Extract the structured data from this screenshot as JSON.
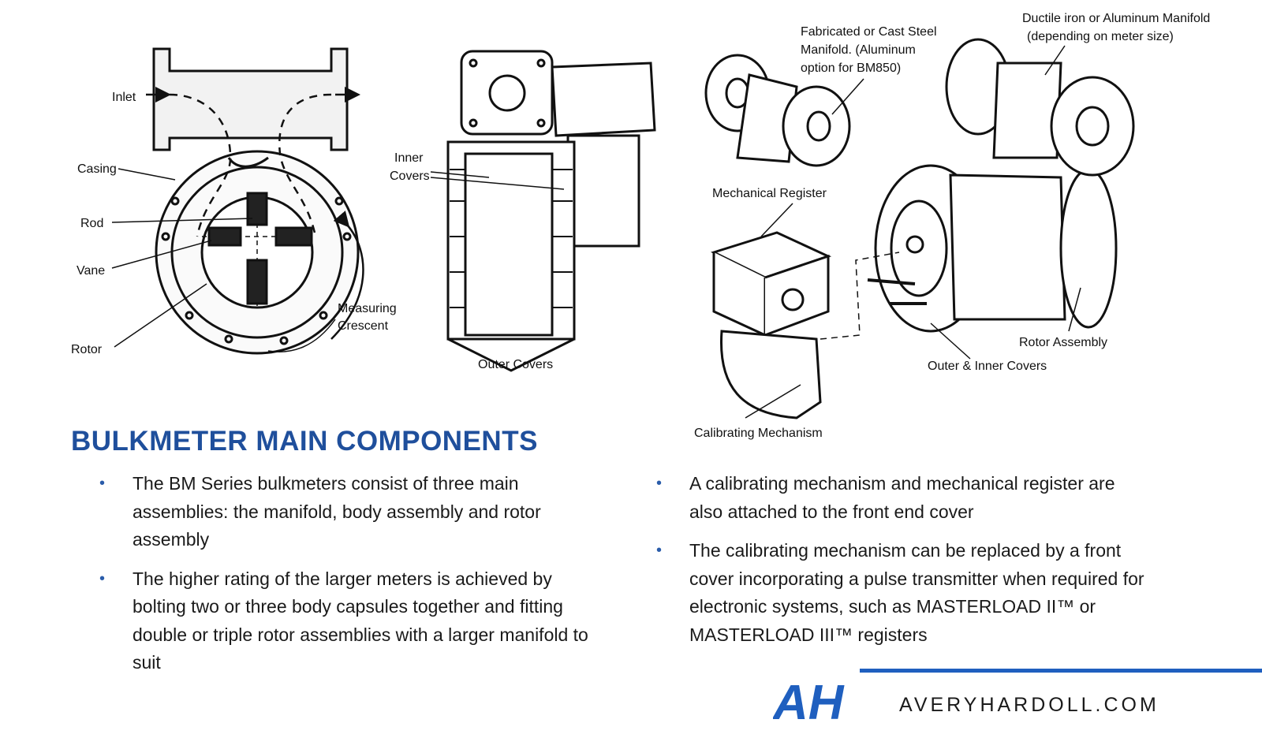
{
  "labels": {
    "inlet": "Inlet",
    "casing": "Casing",
    "rod": "Rod",
    "vane": "Vane",
    "rotor": "Rotor",
    "measuring1": "Measuring",
    "measuring2": "Crescent",
    "inner1": "Inner",
    "inner2": "Covers",
    "outer_covers": "Outer Covers",
    "fab1": "Fabricated or Cast Steel",
    "fab2": "Manifold. (Aluminum",
    "fab3": "option for BM850)",
    "ductile1": "Ductile iron or Aluminum Manifold",
    "ductile2": "(depending on meter size)",
    "mech_register": "Mechanical Register",
    "rotor_assembly": "Rotor Assembly",
    "outer_inner": "Outer & Inner Covers",
    "calibrating": "Calibrating Mechanism"
  },
  "heading": "BULKMETER MAIN COMPONENTS",
  "bullets_left": [
    "The BM Series bulkmeters consist of three main assemblies: the manifold, body assembly and rotor assembly",
    "The higher rating of the larger meters is achieved by bolting two or three body capsules together and fitting double or triple rotor assemblies with a larger manifold to suit"
  ],
  "bullets_right": [
    "A calibrating mechanism and mechanical register are also attached to the front end cover",
    "The calibrating mechanism can be replaced by a front cover incorporating a pulse transmitter when required for electronic systems, such as MASTERLOAD II™ or MASTERLOAD III™ registers"
  ],
  "bullet_glyph": "•",
  "footer": {
    "logo_text": "AH",
    "url": "AVERYHARDOLL.COM"
  },
  "colors": {
    "accent": "#1f5fbf",
    "heading": "#1f4f9c",
    "line": "#111111"
  }
}
